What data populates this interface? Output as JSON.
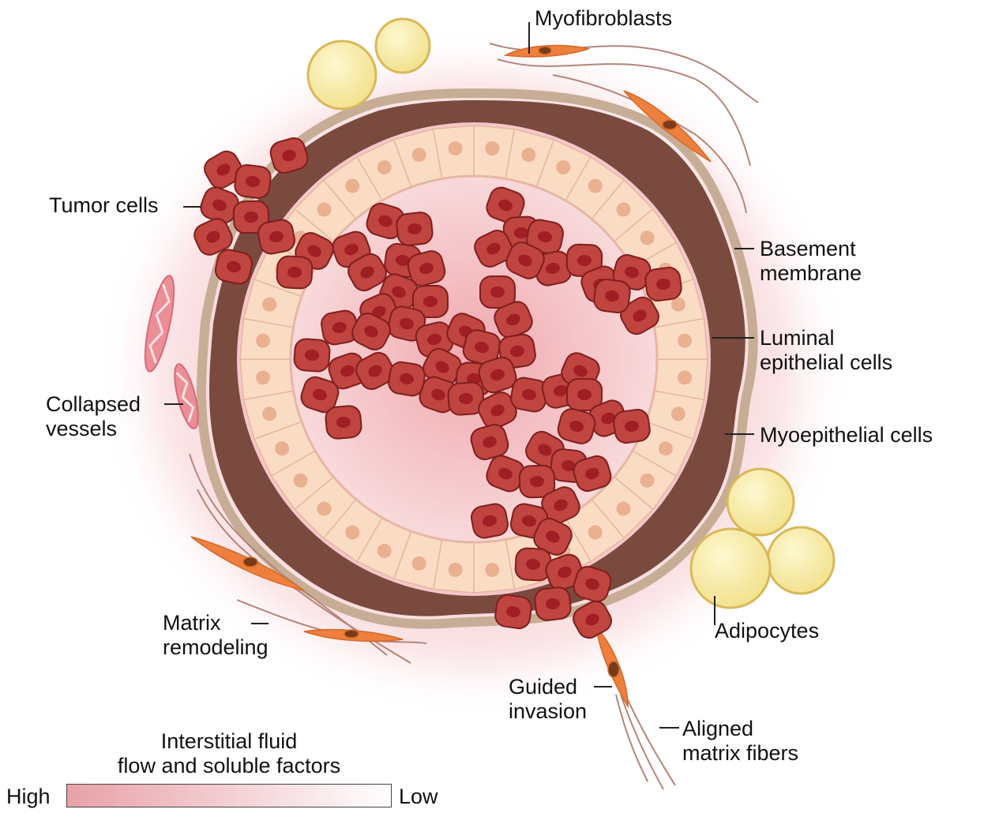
{
  "labels": {
    "myofibroblasts": "Myofibroblasts",
    "tumor_cells": "Tumor cells",
    "basement_membrane": [
      "Basement",
      "membrane"
    ],
    "luminal_epithelial_cells": [
      "Luminal",
      "epithelial cells"
    ],
    "myoepithelial_cells": "Myoepithelial cells",
    "collapsed_vessels": [
      "Collapsed",
      "vessels"
    ],
    "adipocytes": "Adipocytes",
    "matrix_remodeling": [
      "Matrix",
      "remodeling"
    ],
    "guided_invasion": [
      "Guided",
      "invasion"
    ],
    "aligned_matrix_fibers": [
      "Aligned",
      "matrix fibers"
    ]
  },
  "legend": {
    "title": [
      "Interstitial fluid",
      "flow and soluble factors"
    ],
    "high": "High",
    "low": "Low"
  },
  "colors": {
    "tumor": "#c0443f",
    "tumor_nucleus": "#a01e24",
    "epithelial": "#fadcc4",
    "epithelial_nucleus": "#eab090",
    "myoepithelial": "#7a4a3e",
    "basement": "#c7ad95",
    "adipocyte": "#f8eeaa",
    "fibroblast": "#ee7f3c",
    "vessel": "#ec8e97",
    "gradient_high": "#e8a1a8",
    "gradient_low": "#ffffff"
  }
}
